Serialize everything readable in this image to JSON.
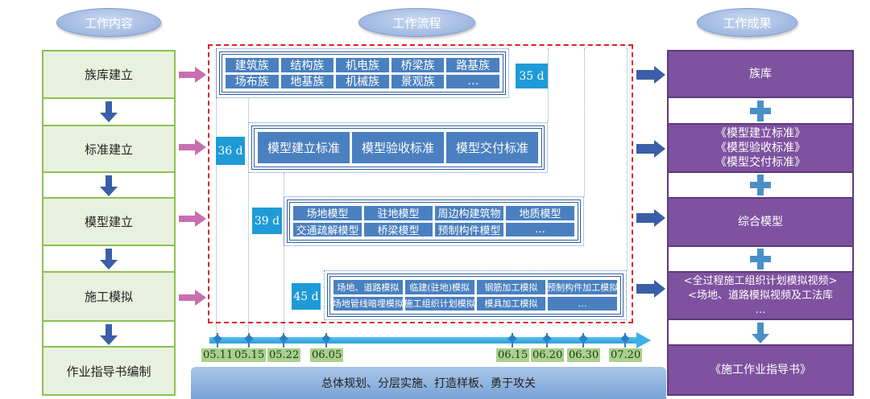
{
  "headers": {
    "left": "工作内容",
    "middle": "工作流程",
    "right": "工作成果"
  },
  "left_column": [
    "族库建立",
    "标准建立",
    "模型建立",
    "施工模拟",
    "作业指导书编制"
  ],
  "process_blocks": [
    {
      "duration": "35 d",
      "columns": 5,
      "items": [
        "建筑族",
        "结构族",
        "机电族",
        "桥梁族",
        "路基族",
        "场布族",
        "地基族",
        "机械族",
        "景观族",
        "…"
      ]
    },
    {
      "duration": "36 d",
      "columns": 3,
      "items": [
        "模型建立标准",
        "模型验收标准",
        "模型交付标准"
      ]
    },
    {
      "duration": "39 d",
      "columns": 4,
      "items": [
        "场地模型",
        "驻地模型",
        "周边构建筑物",
        "地质模型",
        "交通疏解模型",
        "桥梁模型",
        "预制构件模型",
        "…"
      ]
    },
    {
      "duration": "45 d",
      "columns": 4,
      "items": [
        "场地、道路模拟",
        "临建(驻地)模拟",
        "钢筋加工模拟",
        "预制构件加工模拟",
        "场地管线暗埋模拟",
        "施工组织计划模拟",
        "模具加工模拟",
        "…"
      ]
    }
  ],
  "timeline_dates": [
    "05.11",
    "05.15",
    "05.22",
    "06.05",
    "06.15",
    "06.20",
    "06.30",
    "07.20"
  ],
  "banner": "总体规划、分层实施、打造样板、勇于攻关",
  "right_column": [
    [
      "族库"
    ],
    [
      "《模型建立标准》",
      "《模型验收标准》",
      "《模型交付标准》"
    ],
    [
      "综合模型"
    ],
    [
      "<全过程施工组织计划模拟视频>",
      "<场地、道路模拟视频及工法库",
      "…"
    ],
    [
      "《施工作业指导书》"
    ]
  ],
  "colors": {
    "left_fill": "#e8f1de",
    "left_border": "#8cc152",
    "right_fill": "#7f52a0",
    "cell": "#4a80bf",
    "duration": "#1e9bd7",
    "frame": "#e0202a"
  }
}
